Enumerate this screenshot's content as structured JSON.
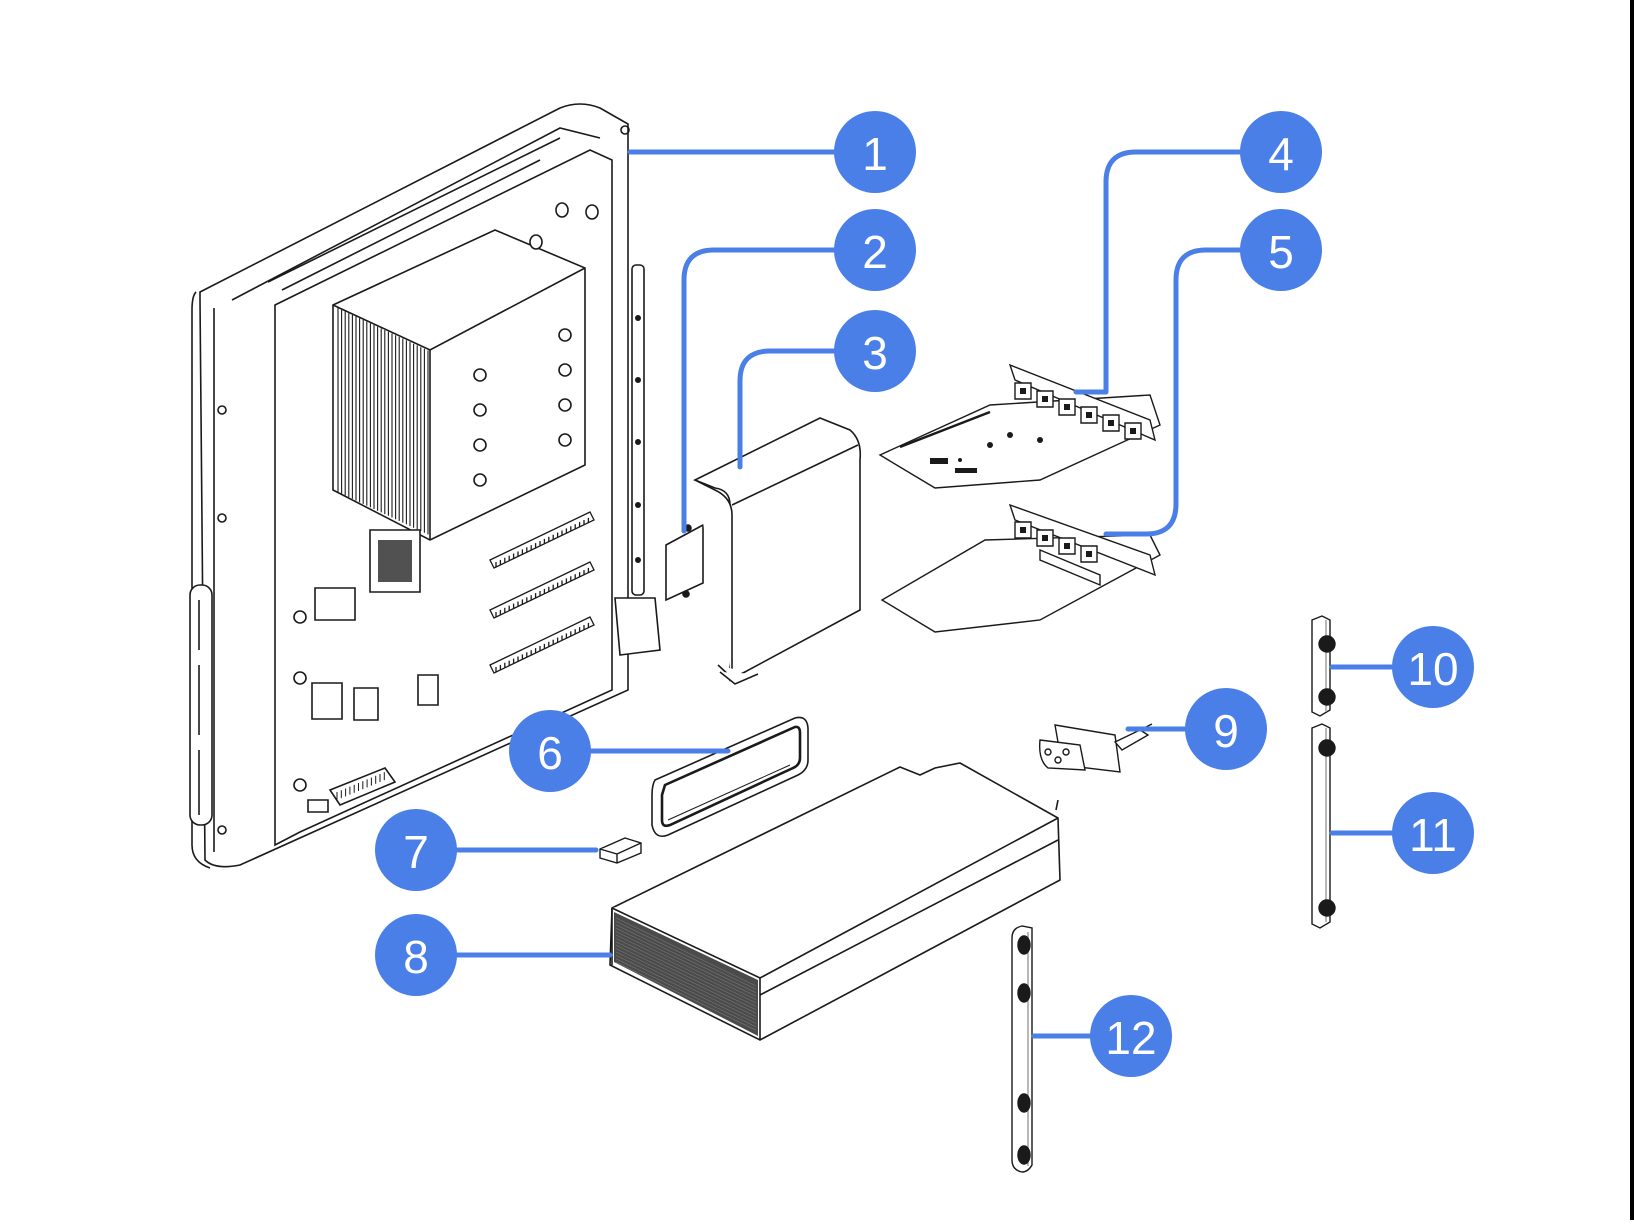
{
  "diagram": {
    "type": "exploded-view-assembly",
    "accent_color": "#4A7FE8",
    "line_color": "#1a1a1a",
    "callouts": [
      {
        "number": "1",
        "part": "main-chassis-motherboard-assembly"
      },
      {
        "number": "2",
        "part": "small-cover-plate"
      },
      {
        "number": "3",
        "part": "bent-metal-cover"
      },
      {
        "number": "4",
        "part": "io-expansion-card-upper"
      },
      {
        "number": "5",
        "part": "io-expansion-card-lower"
      },
      {
        "number": "6",
        "part": "handle-gasket-frame"
      },
      {
        "number": "7",
        "part": "small-block-pad"
      },
      {
        "number": "8",
        "part": "power-supply-unit"
      },
      {
        "number": "9",
        "part": "power-inlet-connector"
      },
      {
        "number": "10",
        "part": "short-bracket-strip"
      },
      {
        "number": "11",
        "part": "long-bracket-strip"
      },
      {
        "number": "12",
        "part": "mounting-rail-strip"
      }
    ]
  }
}
